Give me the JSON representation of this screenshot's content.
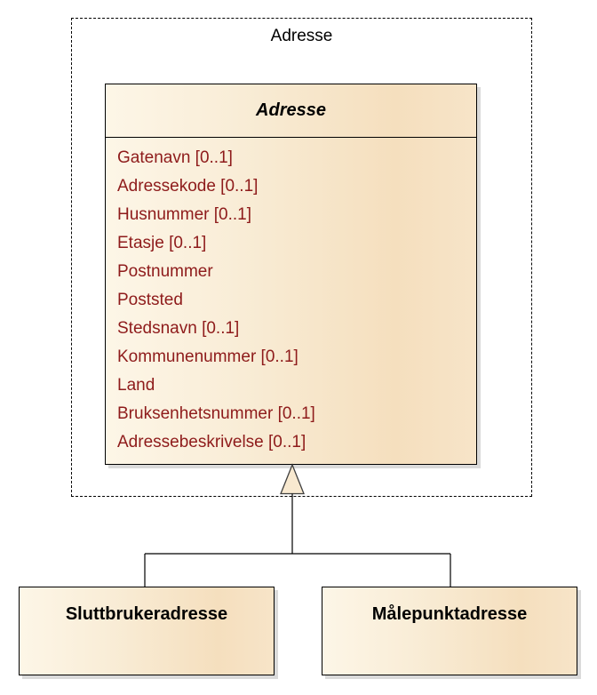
{
  "package": {
    "title": "Adresse"
  },
  "class": {
    "name": "Adresse",
    "attributes": [
      "Gatenavn [0..1]",
      "Adressekode [0..1]",
      "Husnummer [0..1]",
      "Etasje [0..1]",
      "Postnummer",
      "Poststed",
      "Stedsnavn [0..1]",
      "Kommunenummer [0..1]",
      "Land",
      "Bruksenhetsnummer [0..1]",
      "Adressebeskrivelse [0..1]"
    ]
  },
  "subclasses": [
    {
      "name": "Sluttbrukeradresse"
    },
    {
      "name": "Målepunktadresse"
    }
  ],
  "relationship": {
    "type": "generalization"
  },
  "colors": {
    "attribute_text": "#8e1b1b",
    "box_fill_light": "#fdf6e7",
    "box_fill_dark": "#f5dfbe",
    "box_border": "#000000",
    "shadow": "#dadada"
  }
}
